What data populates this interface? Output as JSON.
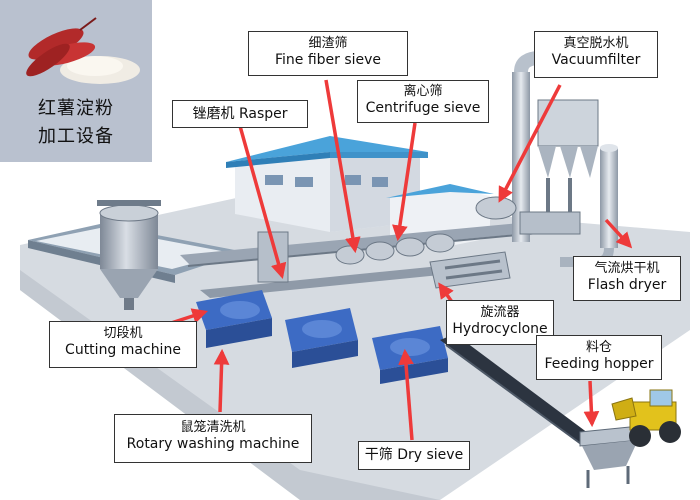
{
  "title": {
    "line1": "红薯淀粉",
    "line2": "加工设备"
  },
  "labels": {
    "fine_fiber_sieve": {
      "zh": "细渣筛",
      "en": "Fine fiber sieve"
    },
    "vacuum_filter": {
      "zh": "真空脱水机",
      "en": "Vacuumfilter"
    },
    "rasper": {
      "text": "锉磨机 Rasper"
    },
    "centrifuge_sieve": {
      "zh": "离心筛",
      "en": "Centrifuge sieve"
    },
    "flash_dryer": {
      "zh": "气流烘干机",
      "en": "Flash dryer"
    },
    "hydrocyclone": {
      "zh": "旋流器",
      "en": "Hydrocyclone"
    },
    "cutting_machine": {
      "zh": "切段机",
      "en": "Cutting machine"
    },
    "feeding_hopper": {
      "zh": "料仓",
      "en": "Feeding hopper"
    },
    "rotary_washing_machine": {
      "zh": "鼠笼清洗机",
      "en": "Rotary washing machine"
    },
    "dry_sieve": {
      "text": "干筛 Dry sieve"
    }
  },
  "colors": {
    "arrow": "#ee3a3a",
    "steel": "#a9b3bf",
    "blue_machine": "#3d6bc4",
    "roof": "#4aa3da",
    "floor": "#d6dbe1",
    "loader": "#e2c21c"
  }
}
